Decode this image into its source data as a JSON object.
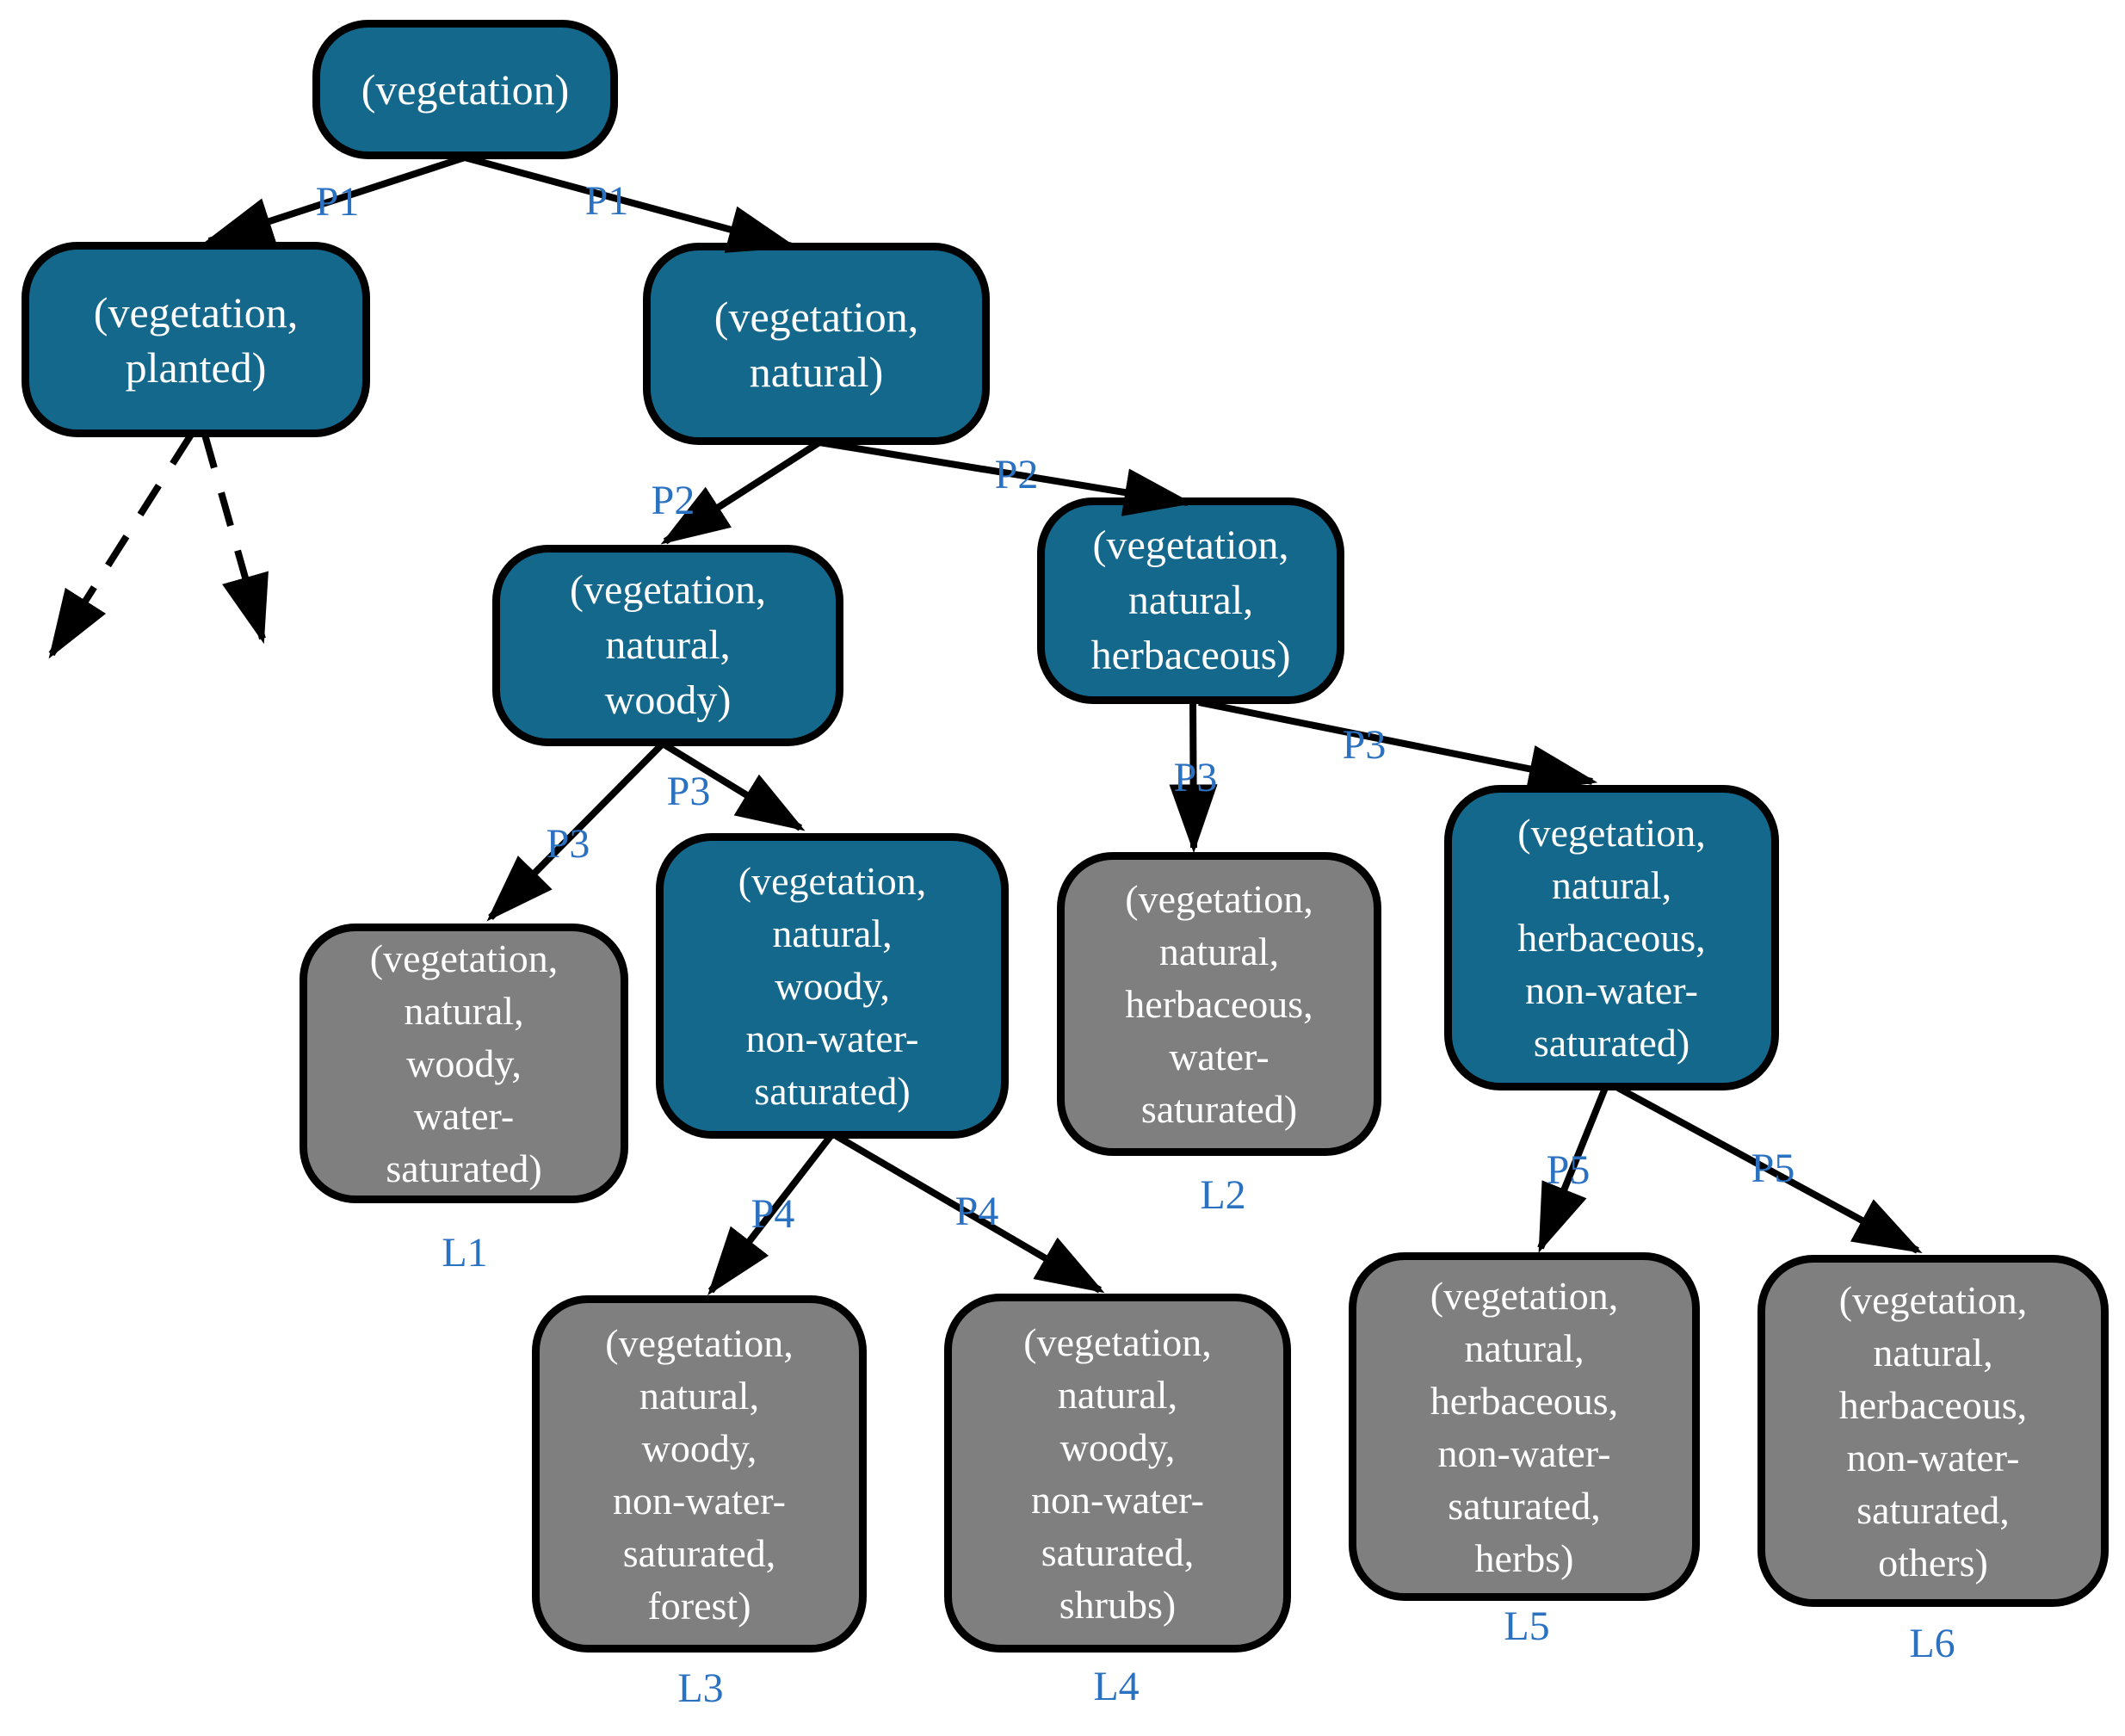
{
  "figure": {
    "kind": "decision-tree-diagram",
    "description": "Hierarchical land-cover classification tree for vegetation"
  },
  "palette": {
    "node_blue": "#14688C",
    "node_gray": "#7F7F7F",
    "label_blue": "#2B71C2",
    "edge_black": "#000000",
    "node_text": "#FFFFFF",
    "background": "#FFFFFF"
  },
  "nodes": {
    "root": {
      "text": "(vegetation)"
    },
    "planted": {
      "text": "(vegetation,\nplanted)"
    },
    "natural": {
      "text": "(vegetation,\nnatural)"
    },
    "woody": {
      "text": "(vegetation,\nnatural,\nwoody)"
    },
    "herbaceous": {
      "text": "(vegetation,\nnatural,\nherbaceous)"
    },
    "woody_ws": {
      "text": "(vegetation,\nnatural,\nwoody,\nwater-\nsaturated)"
    },
    "woody_nws": {
      "text": "(vegetation,\nnatural,\nwoody,\nnon-water-\nsaturated)"
    },
    "herb_ws": {
      "text": "(vegetation,\nnatural,\nherbaceous,\nwater-\nsaturated)"
    },
    "herb_nws": {
      "text": "(vegetation,\nnatural,\nherbaceous,\nnon-water-\nsaturated)"
    },
    "forest": {
      "text": "(vegetation,\nnatural,\nwoody,\nnon-water-\nsaturated,\nforest)"
    },
    "shrubs": {
      "text": "(vegetation,\nnatural,\nwoody,\nnon-water-\nsaturated,\nshrubs)"
    },
    "herbs": {
      "text": "(vegetation,\nnatural,\nherbaceous,\nnon-water-\nsaturated,\nherbs)"
    },
    "others": {
      "text": "(vegetation,\nnatural,\nherbaceous,\nnon-water-\nsaturated,\nothers)"
    }
  },
  "edge_labels": {
    "p1_left": "P1",
    "p1_right": "P1",
    "p2_left": "P2",
    "p2_right": "P2",
    "p3_woody_left": "P3",
    "p3_woody_right": "P3",
    "p3_herb_down": "P3",
    "p3_herb_right": "P3",
    "p4_left": "P4",
    "p4_right": "P4",
    "p5_left": "P5",
    "p5_right": "P5"
  },
  "leaf_labels": {
    "l1": "L1",
    "l2": "L2",
    "l3": "L3",
    "l4": "L4",
    "l5": "L5",
    "l6": "L6"
  }
}
